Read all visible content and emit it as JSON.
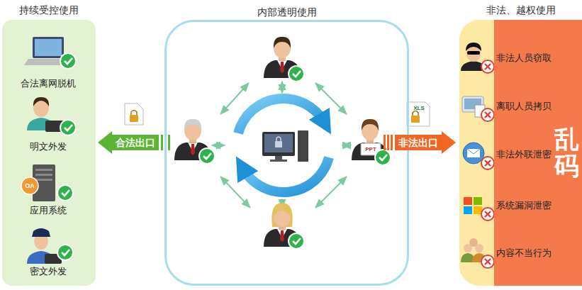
{
  "diagram": {
    "nodes": [
      {
        "text": [
          "持续受控使用"
        ]
      },
      {
        "text": [
          "合法离网脱机"
        ],
        "in": 0
      },
      {
        "text": [
          "明文外发"
        ],
        "in": 0
      },
      {
        "text": [
          "应用系统"
        ],
        "in": 0
      },
      {
        "text": [
          "密文外发"
        ],
        "in": 0
      },
      {
        "text": [
          "合法出口"
        ]
      },
      {
        "text": [
          "内部透明使用"
        ]
      },
      {
        "text": [
          "非法出口"
        ]
      },
      {
        "text": [
          "非法、越权使用"
        ]
      },
      {
        "text": [
          "乱码"
        ],
        "in": 8
      },
      {
        "text": [
          "非法人员窃取"
        ],
        "in": 8
      },
      {
        "text": [
          "离职人员拷贝"
        ],
        "in": 8
      },
      {
        "text": [
          "非法外联泄密"
        ],
        "in": 8
      },
      {
        "text": [
          "系统漏洞泄密"
        ],
        "in": 8
      },
      {
        "text": [
          "内容不当行为"
        ],
        "in": 8
      }
    ],
    "labels": [
      "OA",
      "PPT",
      "XLS"
    ]
  }
}
